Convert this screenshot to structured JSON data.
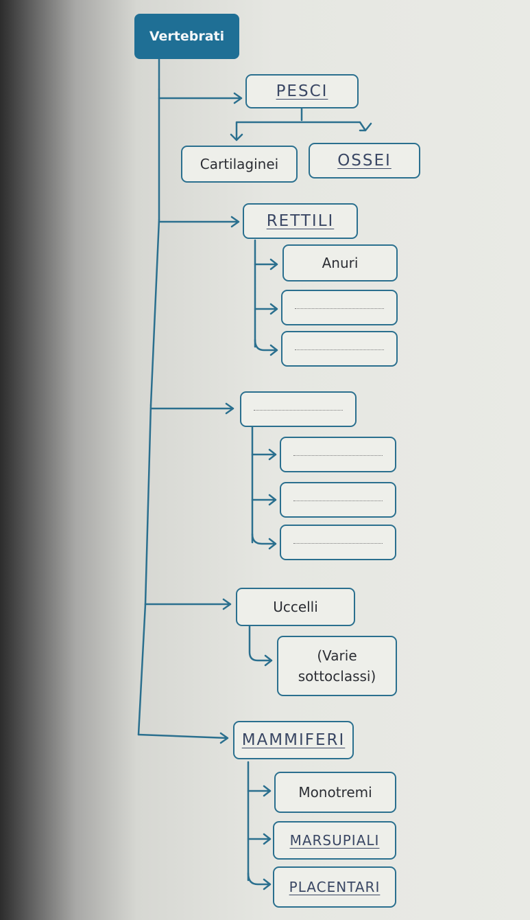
{
  "root": {
    "label": "Vertebrati"
  },
  "classes": {
    "pesci": {
      "label": "PESCI",
      "handwritten": true
    },
    "cartilaginei": {
      "label": "Cartilaginei"
    },
    "ossei": {
      "label": "OSSEI",
      "handwritten": true
    },
    "rettili": {
      "label": "RETTILI",
      "handwritten": true
    },
    "anuri": {
      "label": "Anuri"
    },
    "blank": {
      "label": ""
    },
    "uccelli": {
      "label": "Uccelli"
    },
    "varie_1": {
      "label": "(Varie"
    },
    "varie_2": {
      "label": "sottoclassi)"
    },
    "mammiferi": {
      "label": "MAMMIFERI",
      "handwritten": true
    },
    "monotremi": {
      "label": "Monotremi"
    },
    "marsupiali": {
      "label": "MARSUPIALI",
      "handwritten": true
    },
    "placentari": {
      "label": "PLACENTARI",
      "handwritten": true
    }
  },
  "colors": {
    "accent": "#1f6f95",
    "ink": "#3a4764"
  }
}
